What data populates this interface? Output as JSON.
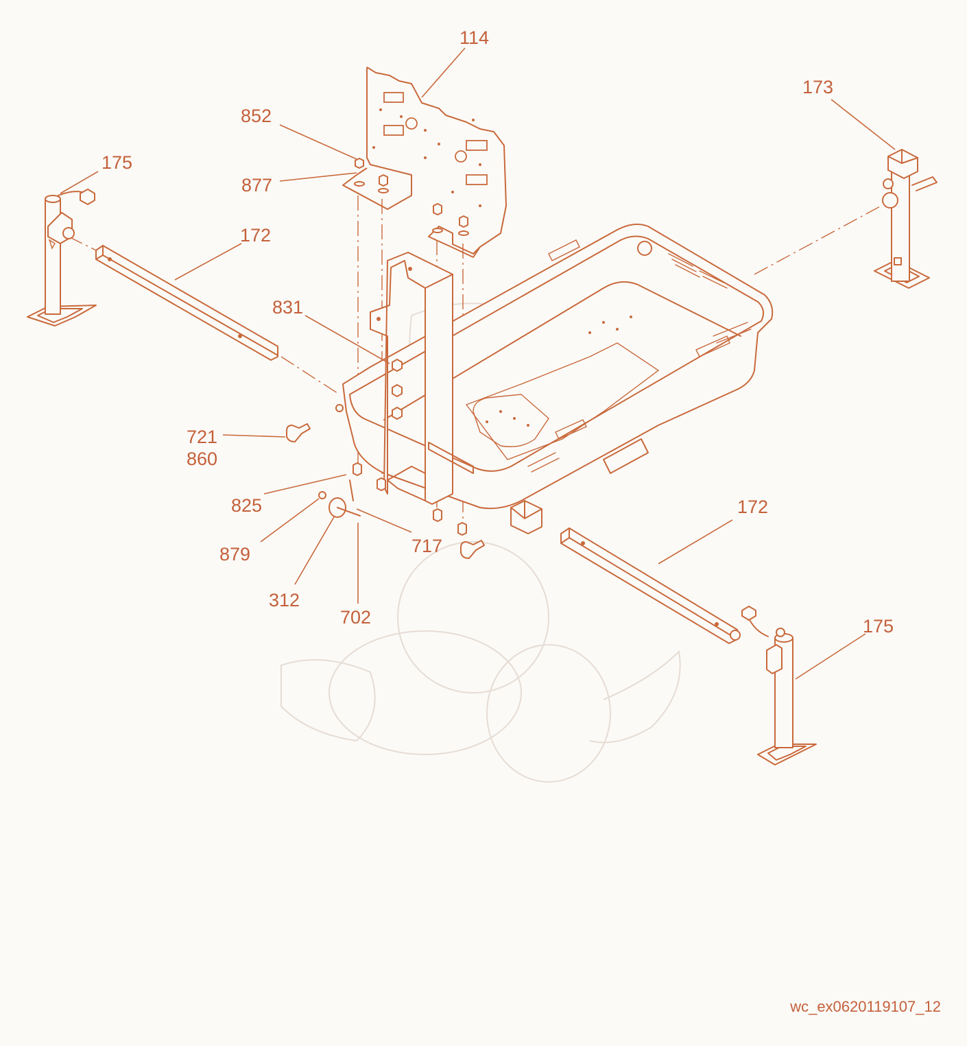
{
  "callouts": [
    {
      "id": "114"
    },
    {
      "id": "173"
    },
    {
      "id": "852"
    },
    {
      "id": "175"
    },
    {
      "id": "877"
    },
    {
      "id": "172"
    },
    {
      "id": "831"
    },
    {
      "id": "721"
    },
    {
      "id": "860"
    },
    {
      "id": "825"
    },
    {
      "id": "879"
    },
    {
      "id": "717"
    },
    {
      "id": "312"
    },
    {
      "id": "702"
    },
    {
      "id": "172"
    },
    {
      "id": "175"
    }
  ],
  "drawing_ref": "wc_ex0620119107_12",
  "colors": {
    "line": "#c9693b",
    "text": "#c4603a",
    "background": "#fbfaf7"
  }
}
